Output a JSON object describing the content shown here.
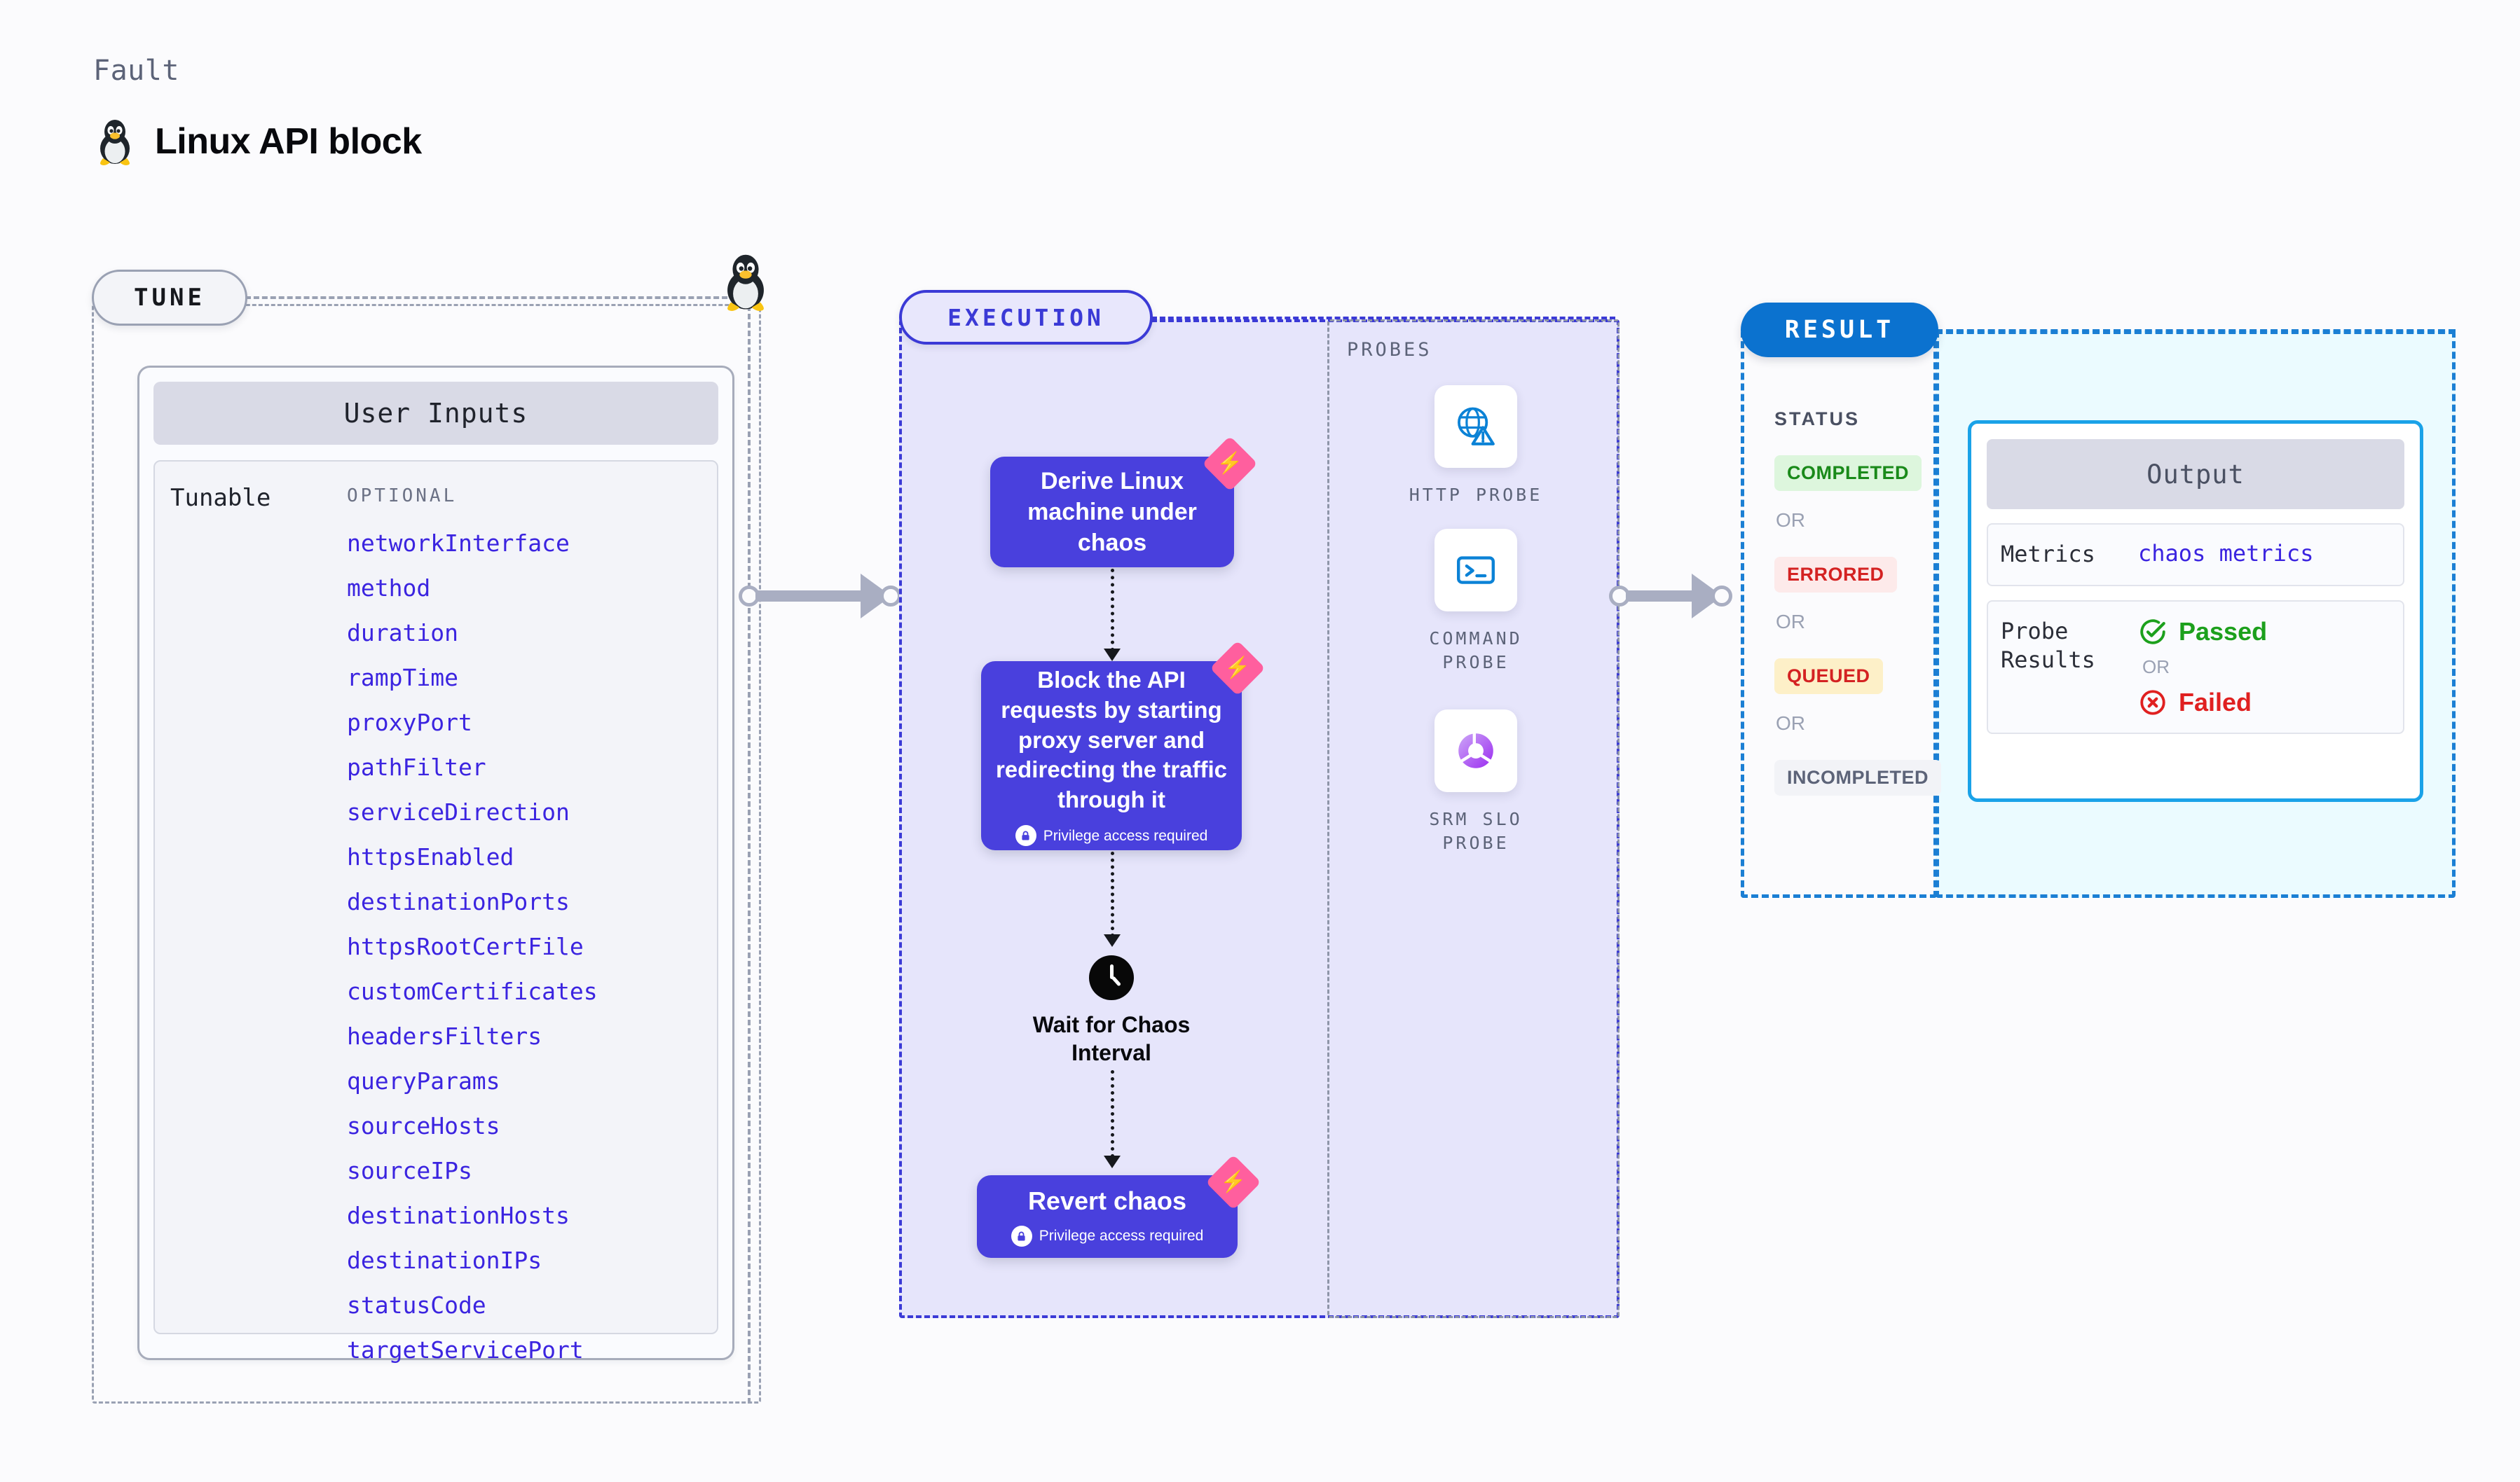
{
  "header": {
    "kicker": "Fault",
    "title": "Linux API block",
    "icon": "linux-tux-icon"
  },
  "tune": {
    "pill_label": "TUNE",
    "card_title": "User Inputs",
    "tunable_label": "Tunable",
    "optional_label": "OPTIONAL",
    "parameters": [
      "networkInterface",
      "method",
      "duration",
      "rampTime",
      "proxyPort",
      "pathFilter",
      "serviceDirection",
      "httpsEnabled",
      "destinationPorts",
      "httpsRootCertFile",
      "customCertificates",
      "headersFilters",
      "queryParams",
      "sourceHosts",
      "sourceIPs",
      "destinationHosts",
      "destinationIPs",
      "statusCode",
      "targetServicePort"
    ]
  },
  "execution": {
    "pill_label": "EXECUTION",
    "nodes": [
      {
        "text": "Derive Linux machine under chaos",
        "badge": "chaos-bolt-icon",
        "privilege": null
      },
      {
        "text": "Block the API requests by starting proxy server and redirecting the traffic through it",
        "badge": "chaos-bolt-icon",
        "privilege": "Privilege access required"
      },
      {
        "text": "Revert chaos",
        "badge": "chaos-bolt-icon",
        "privilege": "Privilege access required"
      }
    ],
    "wait_node": {
      "icon": "clock-icon",
      "label": "Wait for Chaos Interval"
    }
  },
  "probes": {
    "title": "PROBES",
    "items": [
      {
        "label": "HTTP PROBE",
        "icon": "globe-warning-icon"
      },
      {
        "label": "COMMAND PROBE",
        "icon": "terminal-icon"
      },
      {
        "label": "SRM SLO PROBE",
        "icon": "slo-donut-check-icon"
      }
    ]
  },
  "result": {
    "pill_label": "RESULT",
    "status_title": "STATUS",
    "or_label": "OR",
    "statuses": [
      {
        "label": "COMPLETED",
        "bg": "#ddf6dd",
        "fg": "#1a8a1a"
      },
      {
        "label": "ERRORED",
        "bg": "#fdeaea",
        "fg": "#d42222"
      },
      {
        "label": "QUEUED",
        "bg": "#fdf0c8",
        "fg": "#d42222"
      },
      {
        "label": "INCOMPLETED",
        "bg": "#f2f3f7",
        "fg": "#5c6378"
      }
    ],
    "output": {
      "title": "Output",
      "metrics_key": "Metrics",
      "metrics_value": "chaos metrics",
      "probe_results_key": "Probe Results",
      "passed_label": "Passed",
      "failed_label": "Failed",
      "or_label": "OR",
      "passed_icon": "check-circle-icon",
      "failed_icon": "x-circle-icon"
    }
  },
  "colors": {
    "indigo": "#3b24e0",
    "node_indigo": "#4940dd",
    "exec_border": "#3b3ad6",
    "exec_bg": "#e6e5fb",
    "result_blue": "#0b72cf",
    "result_border": "#1b7fd4",
    "output_border": "#1aa2e8",
    "output_bg": "#ebfbff",
    "pink_badge": "#ff5f9e",
    "gray_dash": "#9aa1b3",
    "page_bg": "#fbfbfd"
  }
}
